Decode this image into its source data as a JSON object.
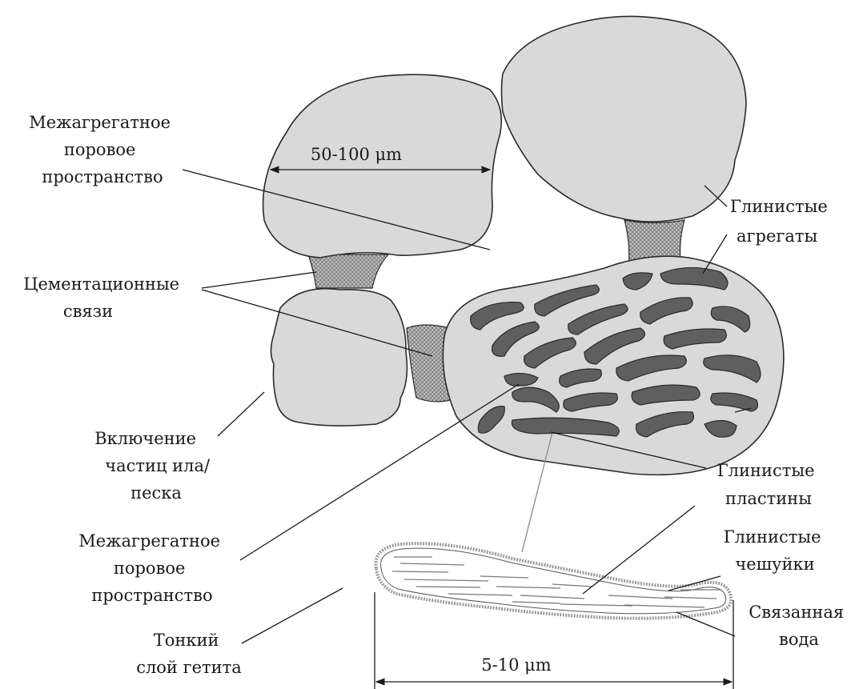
{
  "labels": {
    "inter_aggregate_pore_space_top": [
      "Межагрегатное",
      "поровое",
      "пространство"
    ],
    "size_aggregate": "50-100 μm",
    "clay_aggregates": [
      "Глинистые",
      "агрегаты"
    ],
    "cementation_bonds": [
      "Цементационные",
      "связи"
    ],
    "silt_sand_inclusion": [
      "Включение",
      "частиц ила/",
      "песка"
    ],
    "clay_plates": [
      "Глинистые",
      "пластины"
    ],
    "inter_aggregate_pore_space_bottom": [
      "Межагрегатное",
      "поровое",
      "пространство"
    ],
    "clay_flakes": [
      "Глинистые",
      "чешуйки"
    ],
    "bound_water": [
      "Связанная",
      "вода"
    ],
    "goethite_layer": [
      "Тонкий",
      "слой гетита"
    ],
    "size_flake": "5-10 μm"
  },
  "colors": {
    "aggregate_fill": "#d9d9d9",
    "plate_fill": "#5f5f5f",
    "outline": "#2b2b2b"
  }
}
